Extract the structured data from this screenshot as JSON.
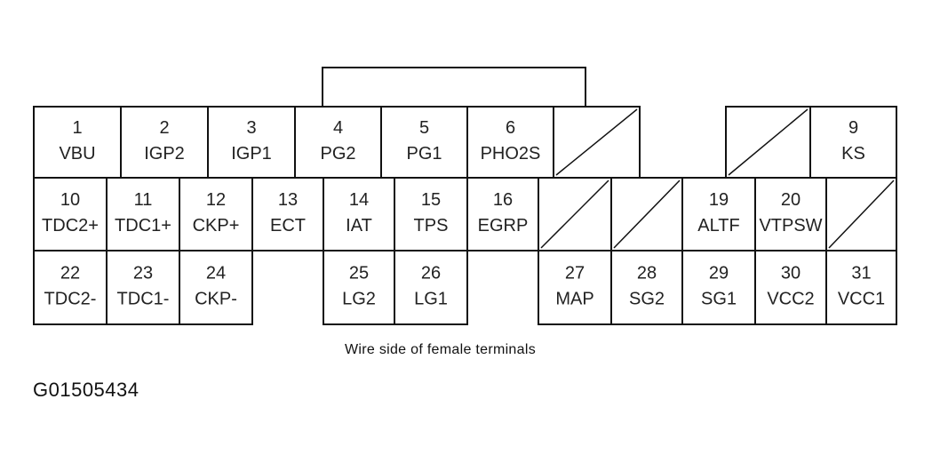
{
  "caption": "Wire side of female terminals",
  "figure_id": "G01505434",
  "terminals": [
    {
      "num": "1",
      "name": "VBU"
    },
    {
      "num": "2",
      "name": "IGP2"
    },
    {
      "num": "3",
      "name": "IGP1"
    },
    {
      "num": "4",
      "name": "PG2"
    },
    {
      "num": "5",
      "name": "PG1"
    },
    {
      "num": "6",
      "name": "PHO2S"
    },
    {
      "num": "",
      "name": ""
    },
    {
      "num": "",
      "name": ""
    },
    {
      "num": "9",
      "name": "KS"
    },
    {
      "num": "10",
      "name": "TDC2+"
    },
    {
      "num": "11",
      "name": "TDC1+"
    },
    {
      "num": "12",
      "name": "CKP+"
    },
    {
      "num": "13",
      "name": "ECT"
    },
    {
      "num": "14",
      "name": "IAT"
    },
    {
      "num": "15",
      "name": "TPS"
    },
    {
      "num": "16",
      "name": "EGRP"
    },
    {
      "num": "",
      "name": ""
    },
    {
      "num": "",
      "name": ""
    },
    {
      "num": "19",
      "name": "ALTF"
    },
    {
      "num": "20",
      "name": "VTPSW"
    },
    {
      "num": "",
      "name": ""
    },
    {
      "num": "22",
      "name": "TDC2-"
    },
    {
      "num": "23",
      "name": "TDC1-"
    },
    {
      "num": "24",
      "name": "CKP-"
    },
    {
      "num": "25",
      "name": "LG2"
    },
    {
      "num": "26",
      "name": "LG1"
    },
    {
      "num": "27",
      "name": "MAP"
    },
    {
      "num": "28",
      "name": "SG2"
    },
    {
      "num": "29",
      "name": "SG1"
    },
    {
      "num": "30",
      "name": "VCC2"
    },
    {
      "num": "31",
      "name": "VCC1"
    }
  ]
}
